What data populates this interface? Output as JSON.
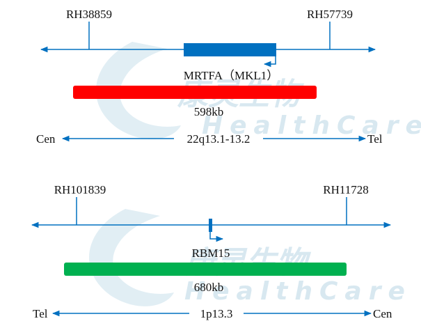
{
  "colors": {
    "line": "#0070c0",
    "gene": "#0070c0",
    "deletion1": "#ff0000",
    "deletion2": "#00b050"
  },
  "watermark": {
    "cn": "康灵生物",
    "en": "HealthCare"
  },
  "panels": [
    {
      "marker_left": "RH38859",
      "marker_right": "RH57739",
      "gene": "MRTFA（MKL1）",
      "size": "598kb",
      "band": "22q13.1-13.2",
      "end_left": "Cen",
      "end_right": "Tel"
    },
    {
      "marker_left": "RH101839",
      "marker_right": "RH11728",
      "gene": "RBM15",
      "size": "680kb",
      "band": "1p13.3",
      "end_left": "Tel",
      "end_right": "Cen"
    }
  ]
}
